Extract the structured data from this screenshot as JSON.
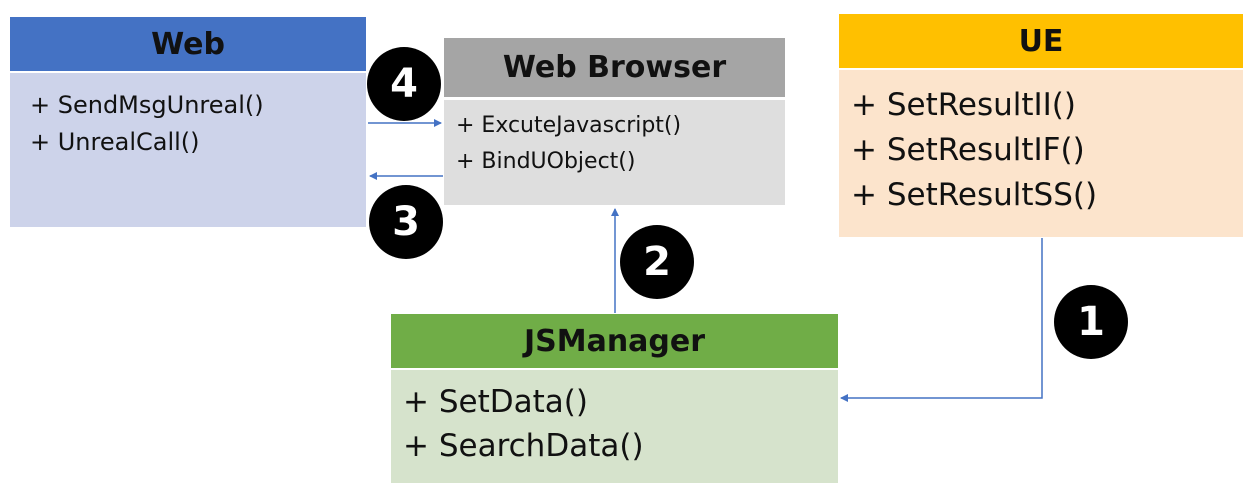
{
  "web": {
    "title": "Web",
    "methods": [
      "+ SendMsgUnreal()",
      "+ UnrealCall()"
    ]
  },
  "web_browser": {
    "title": "Web Browser",
    "methods": [
      "+ ExcuteJavascript()",
      "+ BindUObject()"
    ]
  },
  "ue": {
    "title": "UE",
    "methods": [
      "+ SetResultII()",
      "+ SetResultIF()",
      "+ SetResultSS()"
    ]
  },
  "js_manager": {
    "title": "JSManager",
    "methods": [
      "+ SetData()",
      "+ SearchData()"
    ]
  },
  "steps": [
    "1",
    "2",
    "3",
    "4"
  ],
  "colors": {
    "web_header": "#4472c4",
    "web_body": "#cdd3ea",
    "browser_header": "#a5a5a5",
    "browser_body": "#dedede",
    "ue_header": "#ffc000",
    "ue_body": "#fce4cc",
    "js_header": "#70ad47",
    "js_body": "#d6e3cc",
    "arrow": "#4472c4"
  }
}
